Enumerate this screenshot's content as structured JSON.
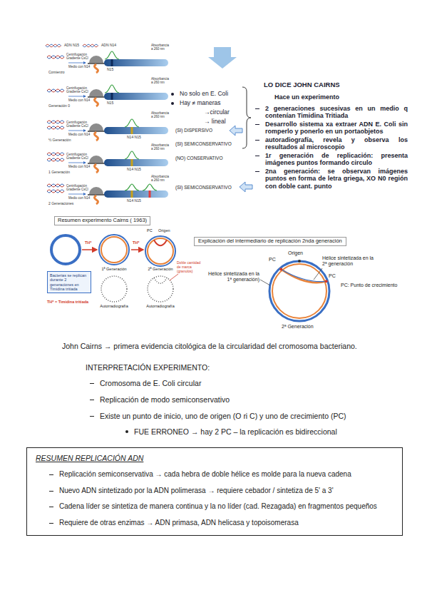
{
  "diagram": {
    "nodes": [
      {
        "text": [
          "Resumen experimento Cairns ( 1963)"
        ]
      },
      {
        "text": [
          "Explicación del intermediario de replicación 2nda generación"
        ]
      },
      {
        "text": [
          "Bacterias se replican durante 2 generaciones en Timidina tritiada"
        ]
      },
      {
        "text": [
          "RESUMEN REPLICACIÓN ADN",
          "Replicación semiconservativa → cada hebra de doble hélice es molde para la nueva cadena",
          "Nuevo ADN sintetizado por la ADN polimerasa → requiere cebador / sintetiza de 5' a 3'",
          "Cadena líder se sintetiza de manera continua y la no líder (cad. Rezagada) en fragmentos pequeños",
          "Requiere de otras enzimas → ADN primasa, ADN helicasa y topoisomerasa"
        ]
      }
    ],
    "labels": [
      "ADN N15",
      "ADN N14",
      "Comienzo",
      "Centrifugación Gradiente CsCl",
      "Medio con N14",
      "Absorbancia a 260 nm",
      "N15",
      "Generación 0",
      "Centrifugación Gradiente CsCl",
      "Medio con N14",
      "Absorbancia a 260 nm",
      "N15",
      "½ Generación",
      "Centrifugación Gradiente CsCl",
      "Medio con N14",
      "Absorbancia a 260 nm",
      "N14 N15",
      "1 Generación",
      "Centrifugación Gradiente CsCl",
      "Medio con N14",
      "Absorbancia a 260 nm",
      "N14 N15",
      "2 Generaciones",
      "Centrifugación Gradiente CsCl",
      "Medio con N14",
      "Absorbancia a 260 nm",
      "N14 N15",
      "(SI) DISPERSIVO",
      "(SI) SEMICONSERVATIVO",
      "(NO) CONSERVATIVO",
      "(SI) SEMICONSERVATIVO",
      "No solo en E. Coli",
      "Hay ≠ maneras",
      "→circular",
      "→ lineal",
      "LO DICE JOHN CAIRNS",
      "Hace un experimento",
      "2 generaciones sucesivas en un medio q contenían Timidina Tritiada",
      "Desarrollo sistema xa extraer ADN E. Coli sin romperlo y ponerlo en un portaobjetos",
      "autoradiografía, revela y observa los resultados al microscopio",
      "1r generación de replicación: presenta imágenes puntos formando circulo",
      "2na generación: se observan imágenes puntos en forma de letra griega, XO N0 región con doble cant. punto",
      "TH*",
      "TH*",
      "PC",
      "Origen",
      "1ª Generación",
      "2ª Generación",
      "Doble cantidad de marca (granulos)",
      "TH* = Timidina tritiada",
      "Autorradiografía",
      "Autorradiografía",
      "PC",
      "Origen",
      "Hélice sintetizada en la 2ª generación",
      "PC",
      "PC: Punto de crecimiento",
      "Hélice sintetizada en la 1ª generación)",
      "2ª Generación",
      "John Cairns → primera evidencia citológica de la circularidad del cromosoma bacteriano.",
      "INTERPRETACIÓN EXPERIMENTO:",
      "Cromosoma de E. Coli circular",
      "Replicación de modo semiconservativo",
      "Existe un punto de inicio, uno de origen (O ri C) y uno de crecimiento (PC)",
      "FUE ERRONEO → hay 2 PC – la replicación es bidireccional"
    ]
  }
}
